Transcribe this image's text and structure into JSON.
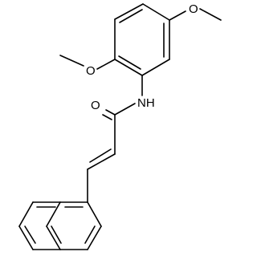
{
  "molecule": {
    "labels": {
      "oxygen_top": "O",
      "oxygen_left": "O",
      "oxygen_carbonyl": "O",
      "nh": "NH"
    },
    "colors": {
      "bond": "#000000",
      "label": "#000000",
      "background": "#ffffff"
    }
  }
}
